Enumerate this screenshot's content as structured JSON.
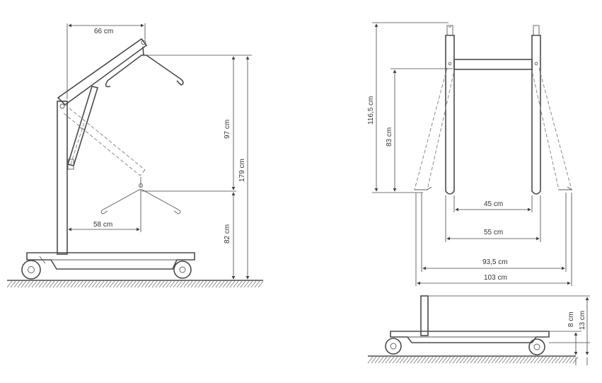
{
  "side_view": {
    "labels": {
      "reach": "66 cm",
      "spreader": "58 cm",
      "lift_range": "97 cm",
      "max_height": "179 cm",
      "min_height": "82 cm"
    }
  },
  "front_view": {
    "labels": {
      "mast_height": "116,5 cm",
      "boom_height": "83 cm",
      "inner_width": "45 cm",
      "mid_width": "55 cm",
      "open_width": "93,5 cm",
      "outer_width": "103 cm"
    }
  },
  "base_view": {
    "labels": {
      "ground_clearance": "8 cm",
      "base_height": "13 cm"
    }
  }
}
